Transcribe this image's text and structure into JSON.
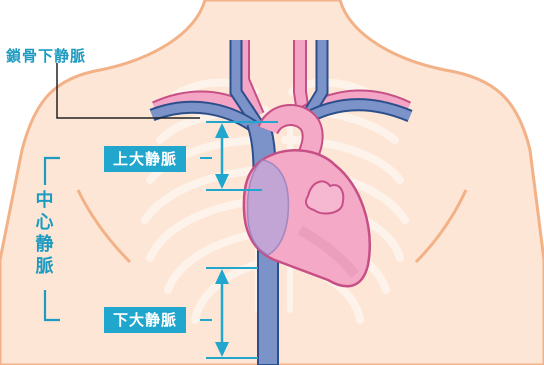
{
  "labels": {
    "subclavian_vein": "鎖骨下静脈",
    "superior_vena_cava": "上大静脈",
    "inferior_vena_cava": "下大静脈",
    "central_vein": "中心静脈"
  },
  "colors": {
    "skin": "#fde6d5",
    "skin_outline": "#f2b187",
    "ribs": "#fdeee3",
    "vein": "#7b93c8",
    "vein_outline": "#2c4f8c",
    "artery": "#f4a5c6",
    "artery_outline": "#c64f86",
    "heart": "#f4a9c7",
    "accent": "#21a6cd"
  },
  "icons": [
    "arrow-double-vertical-icon"
  ]
}
